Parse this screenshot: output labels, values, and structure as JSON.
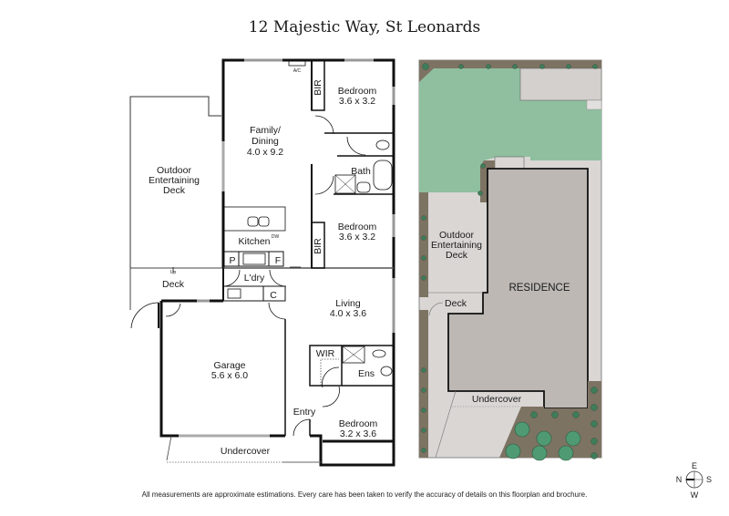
{
  "header": {
    "title": "12 Majestic Way, St Leonards"
  },
  "floorplan": {
    "rooms": [
      {
        "id": "family-dining",
        "name": "Family/",
        "name2": "Dining",
        "dims": "4.0 x 9.2"
      },
      {
        "id": "bedroom-1",
        "name": "Bedroom",
        "dims": "3.6 x 3.2"
      },
      {
        "id": "bedroom-2",
        "name": "Bedroom",
        "dims": "3.6 x 3.2"
      },
      {
        "id": "bath",
        "name": "Bath"
      },
      {
        "id": "outdoor-deck",
        "name": "Outdoor",
        "name2": "Entertaining",
        "name3": "Deck"
      },
      {
        "id": "kitchen",
        "name": "Kitchen"
      },
      {
        "id": "laundry",
        "name": "L'dry"
      },
      {
        "id": "deck",
        "name": "Deck"
      },
      {
        "id": "living",
        "name": "Living",
        "dims": "4.0 x 3.6"
      },
      {
        "id": "garage",
        "name": "Garage",
        "dims": "5.6 x 6.0"
      },
      {
        "id": "wir",
        "name": "WIR"
      },
      {
        "id": "ens",
        "name": "Ens"
      },
      {
        "id": "entry",
        "name": "Entry"
      },
      {
        "id": "bedroom-3",
        "name": "Bedroom",
        "dims": "3.2 x 3.6"
      },
      {
        "id": "undercover",
        "name": "Undercover"
      }
    ],
    "small_labels": {
      "ac": "A/C",
      "bir": "BIR",
      "dw": "DW",
      "pantry": "P",
      "fridge": "F",
      "cupboard": "C",
      "up": "Up"
    }
  },
  "siteplan": {
    "labels": {
      "outdoor": "Outdoor",
      "entertaining": "Entertaining",
      "deck_word": "Deck",
      "deck": "Deck",
      "residence": "RESIDENCE",
      "undercover": "Undercover"
    },
    "colors": {
      "lawn": "#8fbf9f",
      "garden_bed": "#7d7363",
      "paving": "#d9d6d4",
      "residence": "#bdb8b4",
      "shrub": "#3f7d5a"
    }
  },
  "compass": {
    "top": "E",
    "left": "N",
    "right": "S",
    "bottom": "W"
  },
  "footer": {
    "disclaimer": "All measurements are approximate estimations. Every care has been taken to verify the accuracy of details on this floorplan and brochure."
  }
}
